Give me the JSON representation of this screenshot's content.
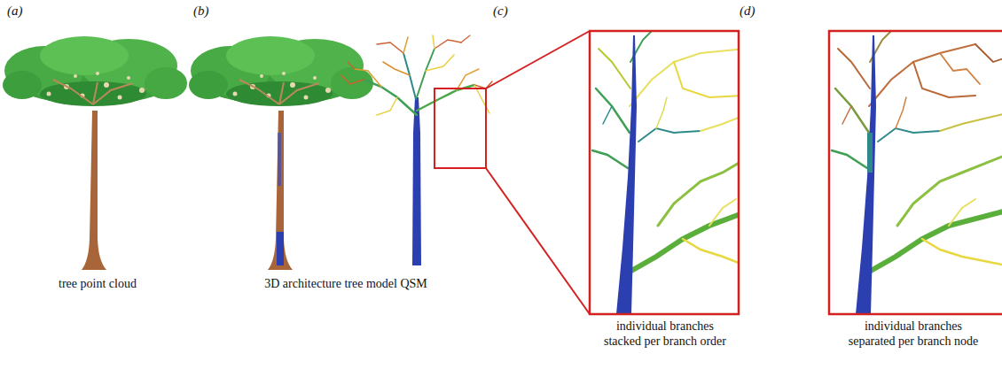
{
  "diagram": {
    "labels": [
      "(a)",
      "(b)",
      "(c)",
      "(d)",
      "tree point cloud",
      "3D architecture tree model QSM",
      "individual branches stacked per branch order",
      "individual branches separated per branch node"
    ]
  }
}
